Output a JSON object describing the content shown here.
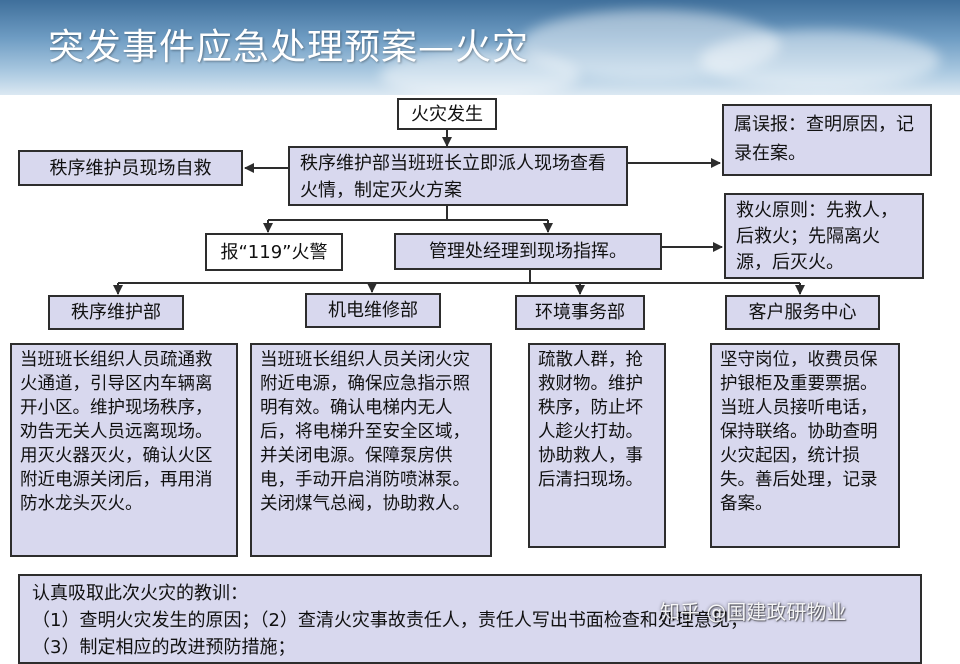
{
  "title": "突发事件应急处理预案—火灾",
  "nodes": {
    "fire": "火灾发生",
    "false_alarm": "属误报：查明原因，记录在案。",
    "order_self_rescue": "秩序维护员现场自救",
    "order_supervisor": "秩序维护部当班班长立即派人现场查看火情，制定灭火方案",
    "principle": "救火原则：先救人，后救火；先隔离火源，后灭火。",
    "call_119": "报“119”火警",
    "manager": "管理处经理到现场指挥。",
    "dept_order": "秩序维护部",
    "dept_mech": "机电维修部",
    "dept_env": "环境事务部",
    "dept_service": "客户服务中心",
    "body_order": "当班班长组织人员疏通救火通道，引导区内车辆离开小区。维护现场秩序，劝告无关人员远离现场。用灭火器灭火，确认火区附近电源关闭后，再用消防水龙头灭火。",
    "body_mech": "当班班长组织人员关闭火灾附近电源，确保应急指示照明有效。确认电梯内无人后，将电梯升至安全区域，并关闭电源。保障泵房供电，手动开启消防喷淋泵。关闭煤气总阀，协助救人。",
    "body_env": "疏散人群，抢救财物。维护秩序，防止坏人趁火打劫。协助救人，事后清扫现场。",
    "body_service": "坚守岗位，收费员保护银柜及重要票据。当班人员接听电话，保持联络。协助查明火灾起因，统计损失。善后处理，记录备案。"
  },
  "lessons": {
    "heading": "认真吸取此次火灾的教训：",
    "line1": "（1）查明火灾发生的原因；（2）查清火灾事故责任人，责任人写出书面检查和处理意见；",
    "line2": "（3）制定相应的改进预防措施；"
  },
  "watermark": "知乎 @国建政研物业",
  "colors": {
    "box_fill": "#d8d8ee",
    "border": "#2d2d2d",
    "header": "#4f7fab"
  }
}
